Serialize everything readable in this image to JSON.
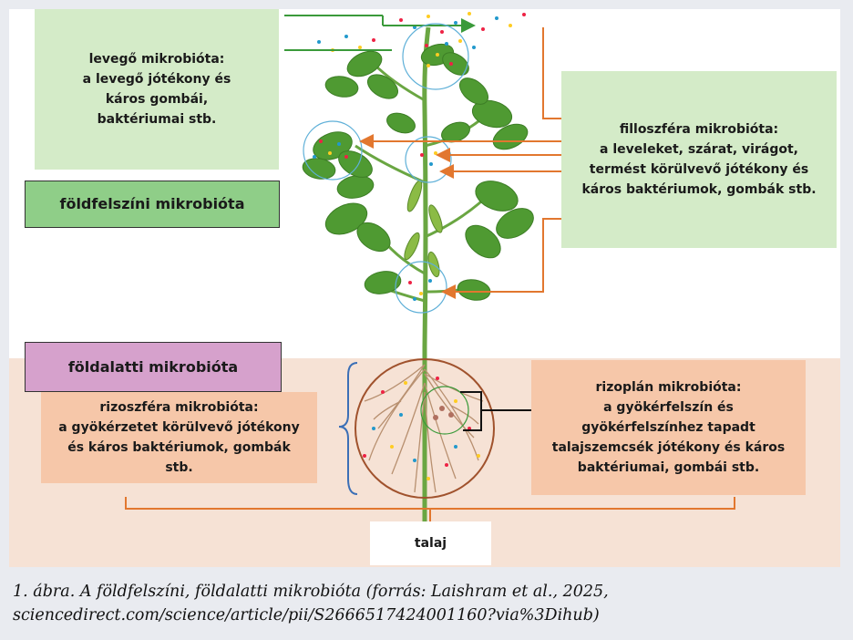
{
  "labels": {
    "air": [
      "levegő mikrobióta:",
      "a levegő jótékony és",
      "káros gombái,",
      "baktériumai stb."
    ],
    "phyllosphere": [
      "filloszféra mikrobióta:",
      "a leveleket, szárat, virágot,",
      "termést körülvevő jótékony és",
      "káros baktériumok, gombák stb."
    ],
    "surface": "földfelszíni mikrobióta",
    "underground": "földalatti mikrobióta",
    "rhizosphere": [
      "rizoszféra mikrobióta:",
      "a gyökérzetet körülvevő jótékony",
      "és káros baktériumok, gombák",
      "stb."
    ],
    "rhizoplane": [
      "rizoplán mikrobióta:",
      "a gyökérfelszín és",
      "gyökérfelszínhez tapadt",
      "talajszemcsék jótékony és káros",
      "baktériumai, gombái stb."
    ],
    "soil": "talaj"
  },
  "caption": [
    "1. ábra. A földfelszíni, földalatti mikrobióta (forrás: Laishram et al., 2025,",
    "sciencedirect.com/science/article/pii/S2666517424001160?via%3Dihub)"
  ],
  "colors": {
    "arrow": "#e2772f",
    "leaf": "#4f9a32",
    "stem": "#6aa642",
    "bracket_blue": "#3b6fb6",
    "root_circle": "#a0522d",
    "soil_bg": "#f6e2d5",
    "green_box": "#d4ebc8",
    "peach_box": "#f6c7a9",
    "surface_label": "#8fce88",
    "under_label": "#d6a1cc"
  }
}
